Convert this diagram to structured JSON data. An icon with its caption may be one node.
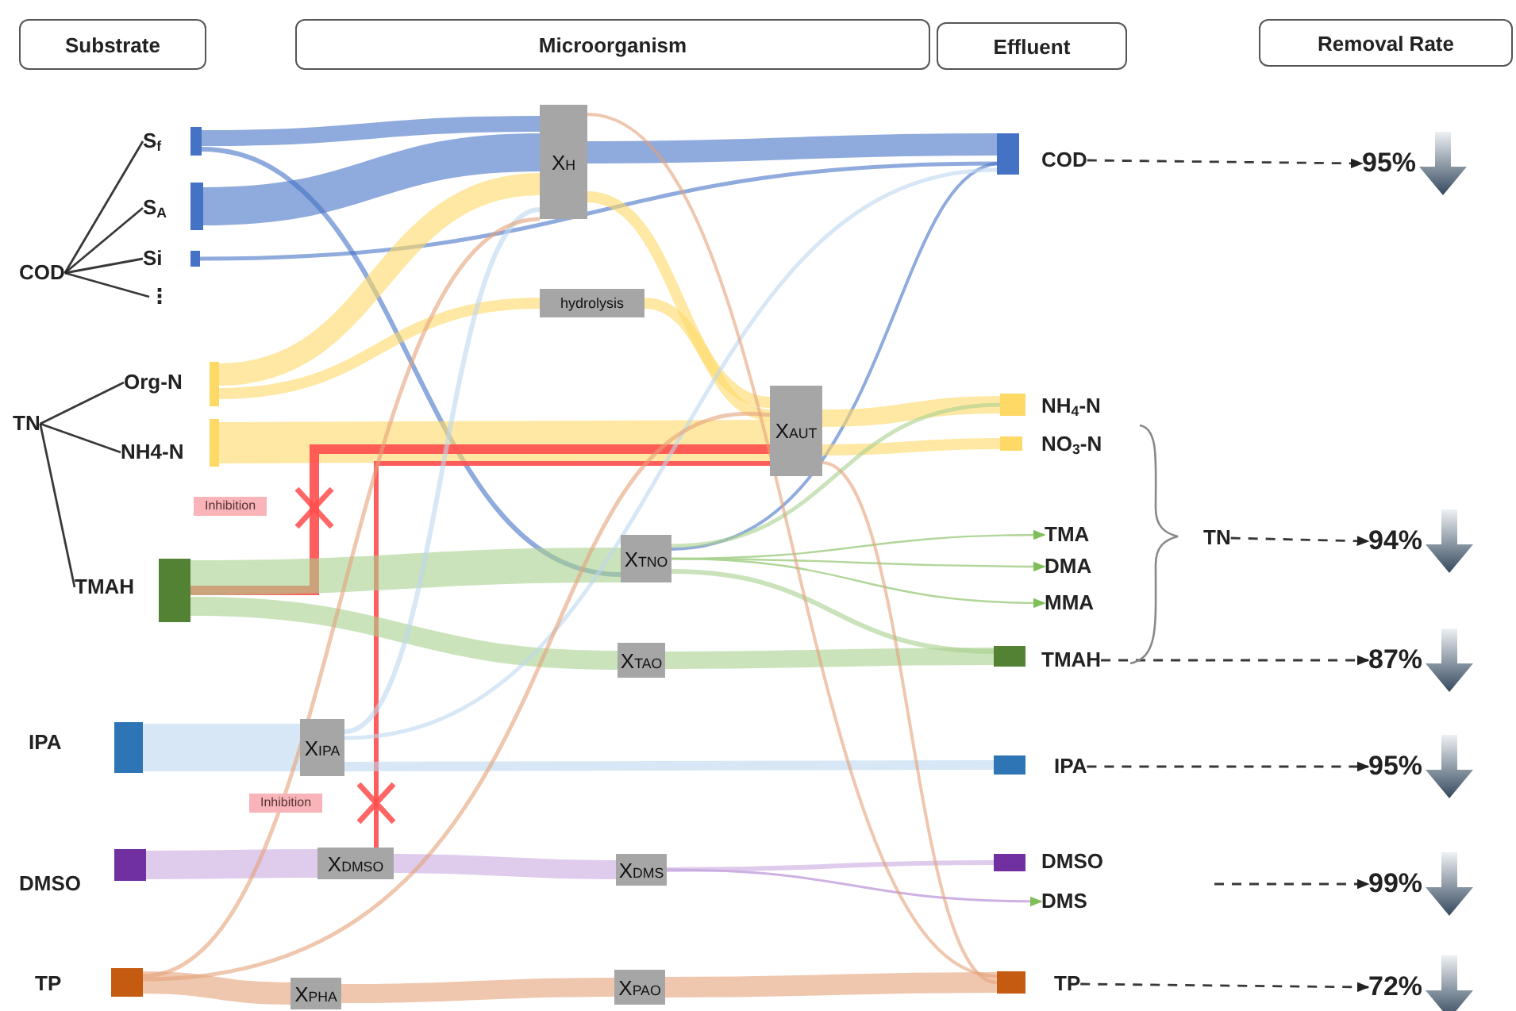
{
  "diagram": {
    "nodes": [
      {
        "text": [
          "Substrate"
        ]
      },
      {
        "text": [
          "Microorganism"
        ]
      },
      {
        "text": [
          "Effluent"
        ]
      },
      {
        "text": [
          "Removal Rate"
        ]
      },
      {
        "text": [
          "COD"
        ]
      },
      {
        "text": [
          "S$_{f}$"
        ]
      },
      {
        "text": [
          "S$_{A}$"
        ]
      },
      {
        "text": [
          "Si"
        ]
      },
      {
        "text": [
          "⋮"
        ]
      },
      {
        "text": [
          "TN"
        ]
      },
      {
        "text": [
          "Org-N"
        ]
      },
      {
        "text": [
          "NH4-N"
        ]
      },
      {
        "text": [
          "TMAH"
        ]
      },
      {
        "text": [
          "IPA"
        ]
      },
      {
        "text": [
          "DMSO"
        ]
      },
      {
        "text": [
          "TP"
        ]
      },
      {
        "text": [],
        "shape": "bar"
      },
      {
        "text": [],
        "shape": "bar"
      },
      {
        "text": [],
        "shape": "bar"
      },
      {
        "text": [],
        "shape": "bar"
      },
      {
        "text": [],
        "shape": "bar"
      },
      {
        "text": [],
        "shape": "bar"
      },
      {
        "text": [],
        "shape": "bar"
      },
      {
        "text": [],
        "shape": "bar"
      },
      {
        "text": [],
        "shape": "bar"
      },
      {
        "text": [
          "X$_{H}$"
        ]
      },
      {
        "text": [
          "hydrolysis"
        ]
      },
      {
        "text": [
          "X$_{AUT}$"
        ]
      },
      {
        "text": [
          "X$_{TNO}$"
        ]
      },
      {
        "text": [
          "X$_{TAO}$"
        ]
      },
      {
        "text": [
          "X$_{IPA}$"
        ]
      },
      {
        "text": [
          "X$_{DMSO}$"
        ]
      },
      {
        "text": [
          "X$_{DMS}$"
        ]
      },
      {
        "text": [
          "X$_{PHA}$"
        ]
      },
      {
        "text": [
          "X$_{PAO}$"
        ]
      },
      {
        "text": [
          "Inhibition"
        ]
      },
      {
        "text": [
          "Inhibition"
        ]
      },
      {
        "text": [],
        "shape": "bar"
      },
      {
        "text": [],
        "shape": "bar"
      },
      {
        "text": [],
        "shape": "bar"
      },
      {
        "text": [],
        "shape": "bar"
      },
      {
        "text": [],
        "shape": "bar"
      },
      {
        "text": [],
        "shape": "bar"
      },
      {
        "text": [],
        "shape": "bar"
      },
      {
        "text": [
          "COD"
        ]
      },
      {
        "text": [
          "NH$_{4}$-N"
        ]
      },
      {
        "text": [
          "NO$_{3}$-N"
        ]
      },
      {
        "text": [
          "TMA"
        ]
      },
      {
        "text": [
          "DMA"
        ]
      },
      {
        "text": [
          "MMA"
        ]
      },
      {
        "text": [
          "TMAH"
        ]
      },
      {
        "text": [
          "IPA"
        ]
      },
      {
        "text": [
          "DMSO"
        ]
      },
      {
        "text": [
          "DMS"
        ]
      },
      {
        "text": [
          "TP"
        ]
      },
      {
        "text": [
          "TN"
        ]
      },
      {
        "text": [
          "95%"
        ]
      },
      {
        "text": [
          "94%"
        ]
      },
      {
        "text": [
          "87%"
        ]
      },
      {
        "text": [
          "95%"
        ]
      },
      {
        "text": [
          "99%"
        ]
      },
      {
        "text": [
          "72%"
        ]
      }
    ],
    "edges": [
      {
        "from": 4,
        "to": 5,
        "arrow": "none"
      },
      {
        "from": 4,
        "to": 6,
        "arrow": "none"
      },
      {
        "from": 4,
        "to": 7,
        "arrow": "none"
      },
      {
        "from": 4,
        "to": 8,
        "arrow": "none"
      },
      {
        "from": 9,
        "to": 10,
        "arrow": "none"
      },
      {
        "from": 9,
        "to": 11,
        "arrow": "none"
      },
      {
        "from": 9,
        "to": 12,
        "arrow": "none"
      },
      {
        "from": 16,
        "to": 25,
        "arrow": "none",
        "style": "thick",
        "color": "#4472c4"
      },
      {
        "from": 16,
        "to": 28,
        "arrow": "none",
        "color": "#4472c4"
      },
      {
        "from": 17,
        "to": 25,
        "arrow": "none",
        "style": "thick",
        "color": "#4472c4"
      },
      {
        "from": 18,
        "to": 37,
        "arrow": "none",
        "color": "#4472c4"
      },
      {
        "from": 25,
        "to": 37,
        "arrow": "none",
        "style": "thick",
        "color": "#4472c4"
      },
      {
        "from": 28,
        "to": 37,
        "arrow": "none",
        "color": "#4472c4"
      },
      {
        "from": 19,
        "to": 25,
        "arrow": "none",
        "style": "thick",
        "color": "#ffd966"
      },
      {
        "from": 19,
        "to": 26,
        "arrow": "none",
        "style": "thick",
        "color": "#ffd966"
      },
      {
        "from": 26,
        "to": 27,
        "arrow": "none",
        "style": "thick",
        "color": "#ffd966"
      },
      {
        "from": 25,
        "to": 27,
        "arrow": "none",
        "style": "thick",
        "color": "#ffd966"
      },
      {
        "from": 20,
        "to": 27,
        "arrow": "none",
        "style": "thick",
        "color": "#ffd966"
      },
      {
        "from": 27,
        "to": 38,
        "arrow": "none",
        "style": "thick",
        "color": "#ffd966"
      },
      {
        "from": 27,
        "to": 39,
        "arrow": "none",
        "style": "thick",
        "color": "#ffd966"
      },
      {
        "from": 21,
        "to": 27,
        "arrow": "none",
        "style": "thick",
        "color": "#ff4d4d"
      },
      {
        "from": 27,
        "to": 31,
        "arrow": "none",
        "color": "#ff4d4d"
      },
      {
        "from": 21,
        "to": 28,
        "arrow": "none",
        "style": "thick",
        "color": "#a9d18e"
      },
      {
        "from": 21,
        "to": 29,
        "arrow": "none",
        "style": "thick",
        "color": "#a9d18e"
      },
      {
        "from": 28,
        "to": 38,
        "arrow": "none",
        "color": "#a9d18e"
      },
      {
        "from": 28,
        "to": 47,
        "arrow": "to",
        "color": "#a9d18e"
      },
      {
        "from": 28,
        "to": 48,
        "arrow": "to",
        "color": "#a9d18e"
      },
      {
        "from": 28,
        "to": 49,
        "arrow": "to",
        "color": "#a9d18e"
      },
      {
        "from": 28,
        "to": 40,
        "arrow": "none",
        "color": "#a9d18e"
      },
      {
        "from": 29,
        "to": 40,
        "arrow": "none",
        "style": "thick",
        "color": "#a9d18e"
      },
      {
        "from": 22,
        "to": 30,
        "arrow": "none",
        "style": "thick",
        "color": "#bdd7ee"
      },
      {
        "from": 30,
        "to": 41,
        "arrow": "none",
        "style": "thick",
        "color": "#bdd7ee"
      },
      {
        "from": 30,
        "to": 25,
        "arrow": "none",
        "color": "#bdd7ee"
      },
      {
        "from": 30,
        "to": 37,
        "arrow": "none",
        "color": "#bdd7ee"
      },
      {
        "from": 23,
        "to": 31,
        "arrow": "none",
        "style": "thick",
        "color": "#c9a9e0"
      },
      {
        "from": 31,
        "to": 32,
        "arrow": "none",
        "style": "thick",
        "color": "#c9a9e0"
      },
      {
        "from": 32,
        "to": 42,
        "arrow": "none",
        "color": "#c9a9e0"
      },
      {
        "from": 32,
        "to": 53,
        "arrow": "to",
        "color": "#c9a9e0"
      },
      {
        "from": 24,
        "to": 33,
        "arrow": "none",
        "style": "thick",
        "color": "#e4a27a"
      },
      {
        "from": 33,
        "to": 34,
        "arrow": "none",
        "style": "thick",
        "color": "#e4a27a"
      },
      {
        "from": 34,
        "to": 43,
        "arrow": "none",
        "style": "thick",
        "color": "#e4a27a"
      },
      {
        "from": 24,
        "to": 25,
        "arrow": "none",
        "color": "#e4a27a"
      },
      {
        "from": 24,
        "to": 27,
        "arrow": "none",
        "color": "#e4a27a"
      },
      {
        "from": 25,
        "to": 43,
        "arrow": "none",
        "color": "#e4a27a"
      },
      {
        "from": 27,
        "to": 43,
        "arrow": "none",
        "color": "#e4a27a"
      },
      {
        "from": 44,
        "to": 56,
        "arrow": "to",
        "style": "dashed"
      },
      {
        "from": 55,
        "to": 57,
        "arrow": "to",
        "style": "dashed"
      },
      {
        "from": 50,
        "to": 58,
        "arrow": "to",
        "style": "dashed"
      },
      {
        "from": 51,
        "to": 59,
        "arrow": "to",
        "style": "dashed"
      },
      {
        "from": null,
        "to": 60,
        "arrow": "to",
        "style": "dashed"
      },
      {
        "from": 54,
        "to": 61,
        "arrow": "to",
        "style": "dashed"
      }
    ]
  }
}
